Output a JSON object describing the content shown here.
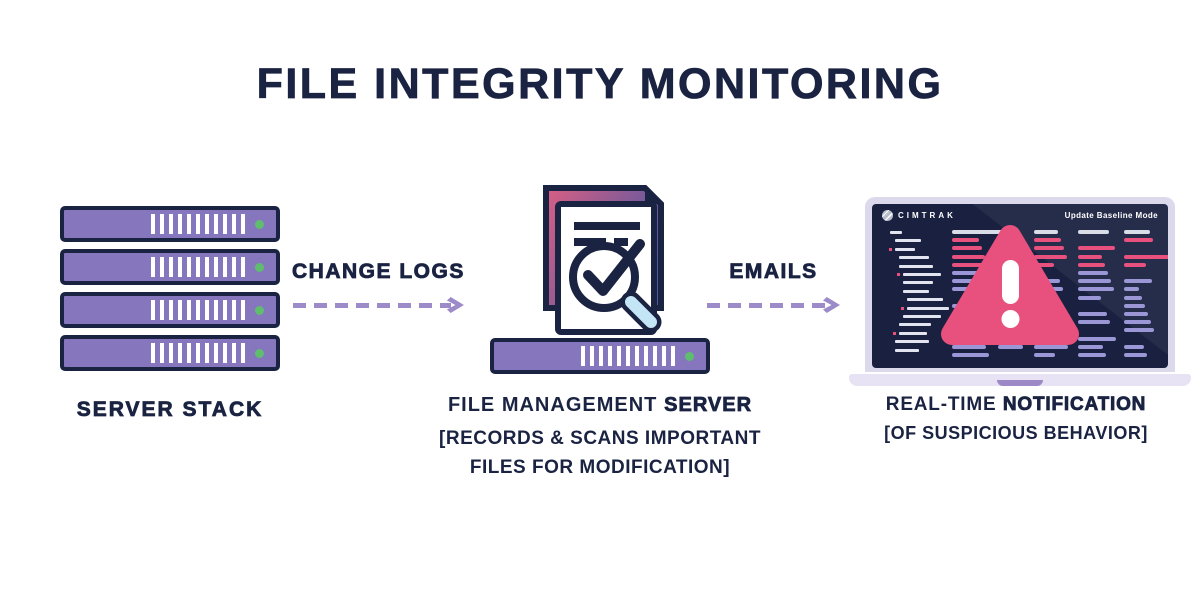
{
  "title": "FILE INTEGRITY MONITORING",
  "palette": {
    "navy": "#1A2342",
    "server_purple": "#8576BD",
    "led_green": "#5FBE6E",
    "arrow_purple": "#9C8BC8",
    "alert_pink": "#E8517E",
    "log_lavender": "#9B97D6",
    "magnifier_blue": "#C4E5F5",
    "laptop_frame": "#DDD9EC",
    "screen_navy": "#1A2140",
    "sheet_gradient_pink": "#D85F83",
    "sheet_gradient_indigo": "#4F58A4"
  },
  "server_stack": {
    "label": "SERVER STACK",
    "unit_count": 4,
    "stripe_count": 11
  },
  "flow": {
    "change_logs_label": "CHANGE LOGS",
    "emails_label": "EMAILS"
  },
  "file_management": {
    "title_regular": "FILE MANAGEMENT",
    "title_bold": "SERVER",
    "subtitle_line1": "[RECORDS & SCANS IMPORTANT",
    "subtitle_line2": "FILES FOR MODIFICATION]"
  },
  "notification": {
    "title_regular": "REAL-TIME",
    "title_bold": "NOTIFICATION",
    "subtitle": "[OF SUSPICIOUS BEHAVIOR]",
    "screen_brand": "CIMTRAK",
    "screen_mode": "Update Baseline Mode"
  }
}
